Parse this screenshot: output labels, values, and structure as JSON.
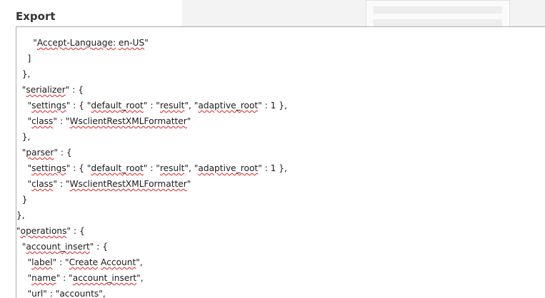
{
  "export": {
    "title": "Export",
    "code_lines": [
      "      \"Accept-Language: en-US\"",
      "    ]",
      "  },",
      "  \"serializer\" : {",
      "    \"settings\" : { \"default_root\" : \"result\", \"adaptive_root\" : 1 },",
      "    \"class\" : \"WsclientRestXMLFormatter\"",
      "  },",
      "  \"parser\" : {",
      "    \"settings\" : { \"default_root\" : \"result\", \"adaptive_root\" : 1 },",
      "    \"class\" : \"WsclientRestXMLFormatter\"",
      "  }",
      "},",
      "\"operations\" : {",
      "  \"account_insert\" : {",
      "    \"label\" : \"Create Account\",",
      "    \"name\" : \"account_insert\",",
      "    \"url\" : \"accounts\","
    ]
  }
}
